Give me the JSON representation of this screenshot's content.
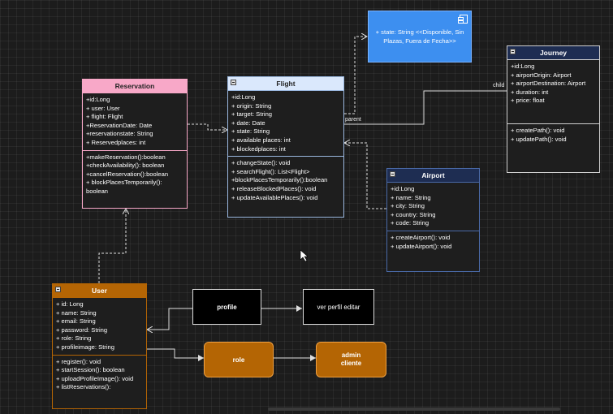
{
  "note": {
    "text": "+ state: String <<Disponible, Sin Plazas, Fuera de Fecha>>"
  },
  "reservation": {
    "title": "Reservation",
    "attributes": [
      "+id:Long",
      "+ user: User",
      "+ flight: Flight",
      "+ReservationDate: Date",
      "+reservationstate: String",
      "+ Reservedplaces: int"
    ],
    "methods": [
      "+makeReservation():boolean",
      "+checkAvailability(): boolean",
      "+cancelReservation():boolean",
      "+ blockPlacesTemporarily():",
      "boolean"
    ]
  },
  "flight": {
    "title": "Flight",
    "attributes": [
      "+id:Long",
      "+ origin: String",
      "+ target: String",
      "+ date: Date",
      "+ state: String",
      "+ available places: int",
      "+ blockedplaces: int"
    ],
    "methods": [
      "+ changeState(): void",
      "+ searchFlight(): List<Flight>",
      "+blockPlacesTemporarily():boolean",
      "+ releaseBlockedPlaces(): void",
      "+ updateAvailablePlaces(): void"
    ]
  },
  "journey": {
    "title": "Journey",
    "attributes": [
      "+id:Long",
      "+ airportOrigin: Airport",
      "+ airportDestination: Airport",
      "+ duration: int",
      "+ price: float"
    ],
    "methods": [
      "+ createPath(): void",
      "+ updatePath(): void"
    ]
  },
  "airport": {
    "title": "Airport",
    "attributes": [
      "+id:Long",
      "+ name: String",
      "+ city: String",
      "+ country: String",
      "+ code: String"
    ],
    "methods": [
      "+ createAirport(): void",
      "+ updateAirport(): void"
    ]
  },
  "user": {
    "title": "User",
    "attributes": [
      "+ id: Long",
      "+ name: String",
      "+ email: String",
      "+ password: String",
      "+ role: String",
      "+ profileimage: String"
    ],
    "methods": [
      "+ register(): void",
      "+ startSession(): boolean",
      "+ uploadProfileImage(): void",
      "+ listReservations():"
    ]
  },
  "boxes": {
    "profile": "profile",
    "ver_perfil": "ver perfil editar",
    "role": "role",
    "admin_cliente": "admin\ncliente"
  },
  "edge_labels": {
    "parent": "parent",
    "child": "child"
  },
  "colors": {
    "background": "#1c1c1c",
    "blue_note": "#3d8ff0",
    "flight_header": "#dae8fc",
    "reservation_header": "#f8a8c8",
    "user_header": "#b46504",
    "orange_box": "#b46504",
    "airport_header": "#1e2d52"
  }
}
